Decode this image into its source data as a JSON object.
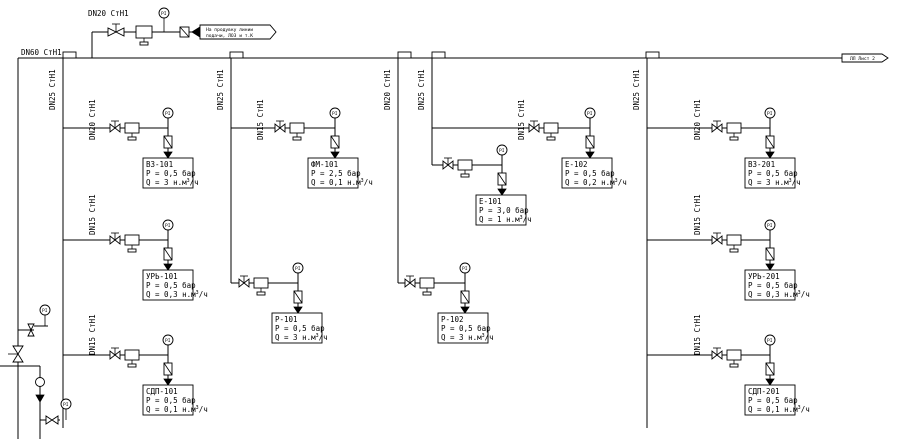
{
  "header_main": "DN60 СтН1",
  "header_branch": "DN20 СтН1",
  "supply_note": [
    "На продувку линии",
    "подачи, ЛОЗ и т.К"
  ],
  "tail_label": "ЛЛ Лист 2",
  "pressure_gauge_letter": "PI",
  "verticals": [
    {
      "id": "v1",
      "label": "DN25 СтН1"
    },
    {
      "id": "v2",
      "label": "DN25 СтН1"
    },
    {
      "id": "v3",
      "label": "DN20 СтН1"
    },
    {
      "id": "v4",
      "label": "DN25 СтН1"
    },
    {
      "id": "v5",
      "label": "DN25 СтН1"
    }
  ],
  "nodes": [
    {
      "id": "n1",
      "pipe": "DN20 СтН1",
      "name": "ВЗ-101",
      "pressure": "P = 0,5 бар",
      "flow_prefix": "Q = 3 н.м",
      "flow_suffix": "/ч"
    },
    {
      "id": "n2",
      "pipe": "DN15 СтН1",
      "name": "УРЬ-101",
      "pressure": "P = 0,5 бар",
      "flow_prefix": "Q = 0,3 н.м",
      "flow_suffix": "/ч"
    },
    {
      "id": "n3",
      "pipe": "DN15 СтН1",
      "name": "СДП-101",
      "pressure": "P = 0,5 бар",
      "flow_prefix": "Q = 0,1 н.м",
      "flow_suffix": "/ч"
    },
    {
      "id": "n4",
      "pipe": "DN15 СтН1",
      "name": "ФМ-101",
      "pressure": "P = 2,5 бар",
      "flow_prefix": "Q = 0,1 н.м",
      "flow_suffix": "/ч"
    },
    {
      "id": "n5",
      "pipe": "",
      "name": "Р-101",
      "pressure": "P = 0,5 бар",
      "flow_prefix": "Q = 3 н.м",
      "flow_suffix": "/ч"
    },
    {
      "id": "n6",
      "pipe": "",
      "name": "Е-101",
      "pressure": "P = 3,0 бар",
      "flow_prefix": "Q = 1 н.м",
      "flow_suffix": "/ч"
    },
    {
      "id": "n7",
      "pipe": "DN15 СтН1",
      "name": "Е-102",
      "pressure": "P = 0,5 бар",
      "flow_prefix": "Q = 0,2 н.м",
      "flow_suffix": "/ч"
    },
    {
      "id": "n8",
      "pipe": "",
      "name": "Р-102",
      "pressure": "P = 0,5 бар",
      "flow_prefix": "Q = 3 н.м",
      "flow_suffix": "/ч"
    },
    {
      "id": "n9",
      "pipe": "DN20 СтН1",
      "name": "ВЗ-201",
      "pressure": "P = 0,5 бар",
      "flow_prefix": "Q = 3 н.м",
      "flow_suffix": "/ч"
    },
    {
      "id": "n10",
      "pipe": "DN15 СтН1",
      "name": "УРЬ-201",
      "pressure": "P = 0,5 бар",
      "flow_prefix": "Q = 0,3 н.м",
      "flow_suffix": "/ч"
    },
    {
      "id": "n11",
      "pipe": "DN15 СтН1",
      "name": "СДП-201",
      "pressure": "P = 0,5 бар",
      "flow_prefix": "Q = 0,1 н.м",
      "flow_suffix": "/ч"
    }
  ]
}
